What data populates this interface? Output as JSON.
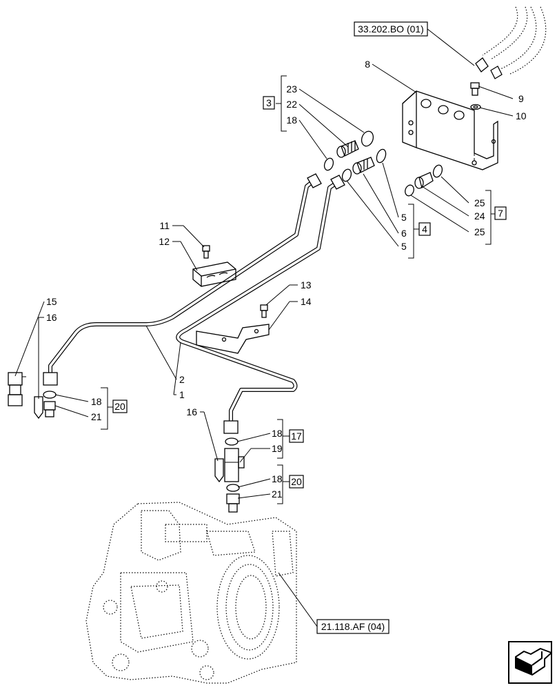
{
  "references": {
    "top": "33.202.BO (01)",
    "bottom": "21.118.AF (04)"
  },
  "callouts": {
    "c1": "1",
    "c2": "2",
    "c3": "3",
    "c4": "4",
    "c5a": "5",
    "c5b": "5",
    "c6": "6",
    "c7": "7",
    "c8": "8",
    "c9": "9",
    "c10": "10",
    "c11": "11",
    "c12": "12",
    "c13": "13",
    "c14": "14",
    "c15": "15",
    "c16a": "16",
    "c16b": "16",
    "c17": "17",
    "c18a": "18",
    "c18b": "18",
    "c18c": "18",
    "c18d": "18",
    "c19": "19",
    "c20a": "20",
    "c20b": "20",
    "c21a": "21",
    "c21b": "21",
    "c22": "22",
    "c23": "23",
    "c24": "24",
    "c25a": "25",
    "c25b": "25"
  },
  "icons": {
    "nav": "next-page-arrow-icon"
  }
}
